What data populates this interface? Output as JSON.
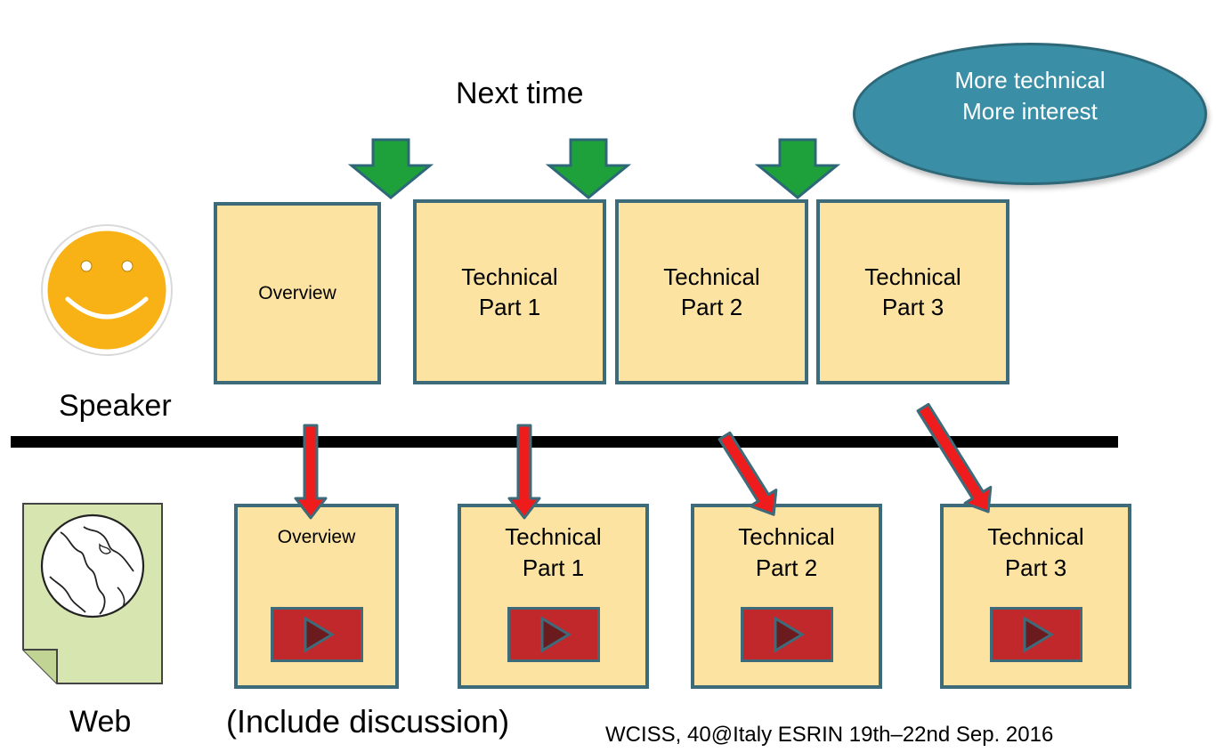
{
  "top_label": "Next time",
  "bubble": {
    "line1": "More technical",
    "line2": "More interest"
  },
  "speaker": {
    "label": "Speaker"
  },
  "web": {
    "label": "Web"
  },
  "discussion_note": "(Include discussion)",
  "footer": "WCISS, 40@Italy ESRIN 19th–22nd Sep. 2016",
  "speaker_boxes": [
    {
      "line1": "Overview",
      "line2": ""
    },
    {
      "line1": "Technical",
      "line2": "Part 1"
    },
    {
      "line1": "Technical",
      "line2": "Part 2"
    },
    {
      "line1": "Technical",
      "line2": "Part 3"
    }
  ],
  "web_boxes": [
    {
      "line1": "Overview",
      "line2": ""
    },
    {
      "line1": "Technical",
      "line2": "Part 1"
    },
    {
      "line1": "Technical",
      "line2": "Part 2"
    },
    {
      "line1": "Technical",
      "line2": "Part 3"
    }
  ],
  "colors": {
    "box_fill": "#fde3a2",
    "box_border": "#3d6b7a",
    "bubble_fill": "#3a8fa6",
    "green_arrow": "#1ea13a",
    "red_arrow": "#ee1c1c",
    "play_button": "#c0282c",
    "smiley": "#f9b215",
    "web_page": "#d7e6b1"
  },
  "icons": [
    "smiley-face-icon",
    "globe-page-icon",
    "play-icon"
  ]
}
